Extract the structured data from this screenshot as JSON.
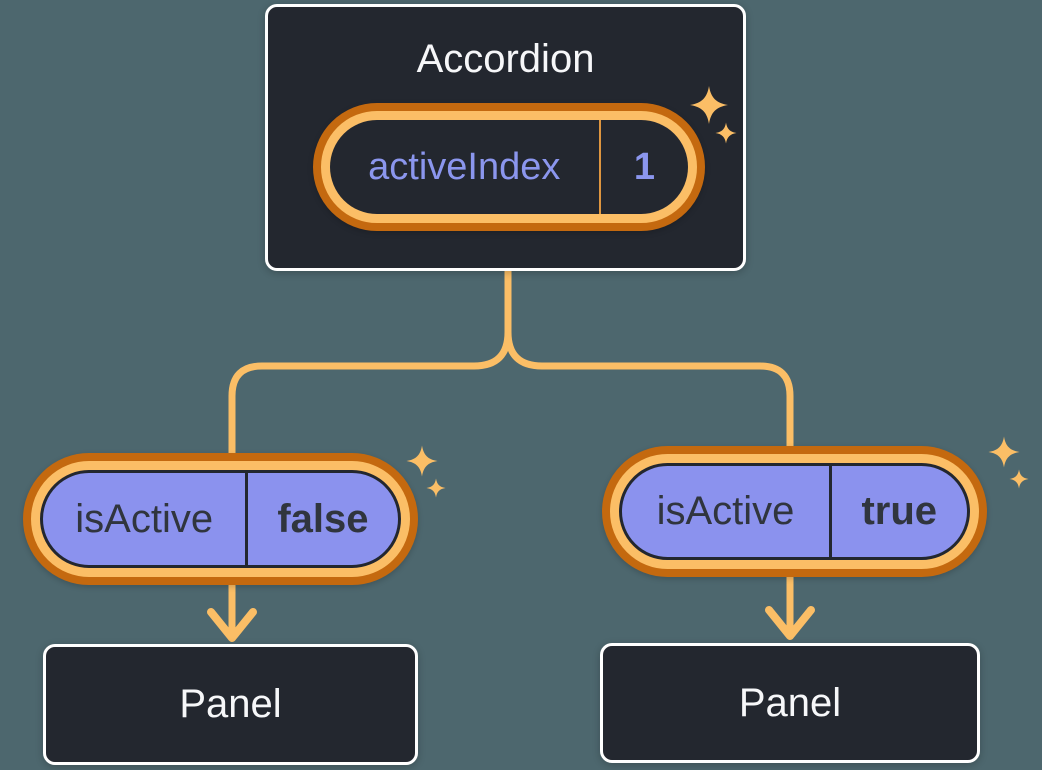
{
  "colors": {
    "background": "#4D676E",
    "card-bg": "#23272F",
    "card-border": "#FFFFFF",
    "card-text": "#F6F7F9",
    "orange-dark": "#C4690F",
    "orange-light": "#FBBE66",
    "orange-divider": "#DE9640",
    "purple-fill": "#8B92EE",
    "purple-text": "#8B96EE",
    "pill-dark-text": "#30353E",
    "pill-outline": "#23272F"
  },
  "accordion": {
    "title": "Accordion",
    "state": {
      "label": "activeIndex",
      "value": "1"
    }
  },
  "children": [
    {
      "state": {
        "label": "isActive",
        "value": "false"
      },
      "panel_label": "Panel"
    },
    {
      "state": {
        "label": "isActive",
        "value": "true"
      },
      "panel_label": "Panel"
    }
  ]
}
